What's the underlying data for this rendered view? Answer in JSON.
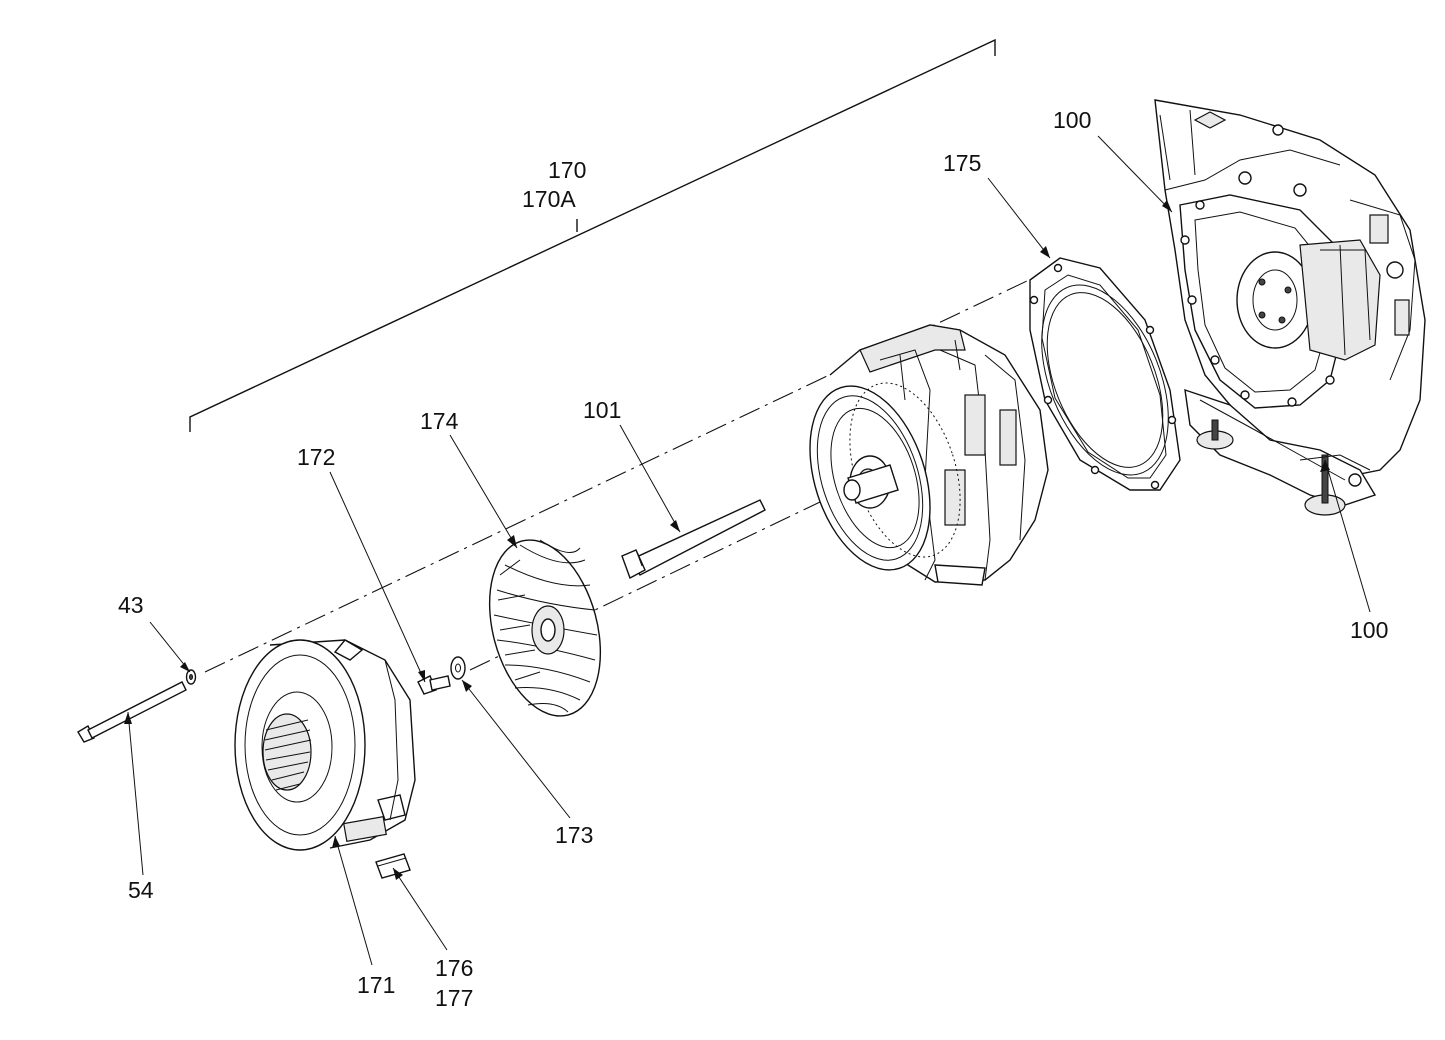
{
  "diagram": {
    "labels": {
      "assembly_a": "170",
      "assembly_b": "170A",
      "engine_top": "100",
      "engine_bottom": "100",
      "adapter": "175",
      "rotor_bolt": "101",
      "fan": "174",
      "fan_bolt": "172",
      "fan_washer": "173",
      "washer_43": "43",
      "bolt_54": "54",
      "fan_cover": "171",
      "part_176": "176",
      "part_177": "177"
    }
  }
}
